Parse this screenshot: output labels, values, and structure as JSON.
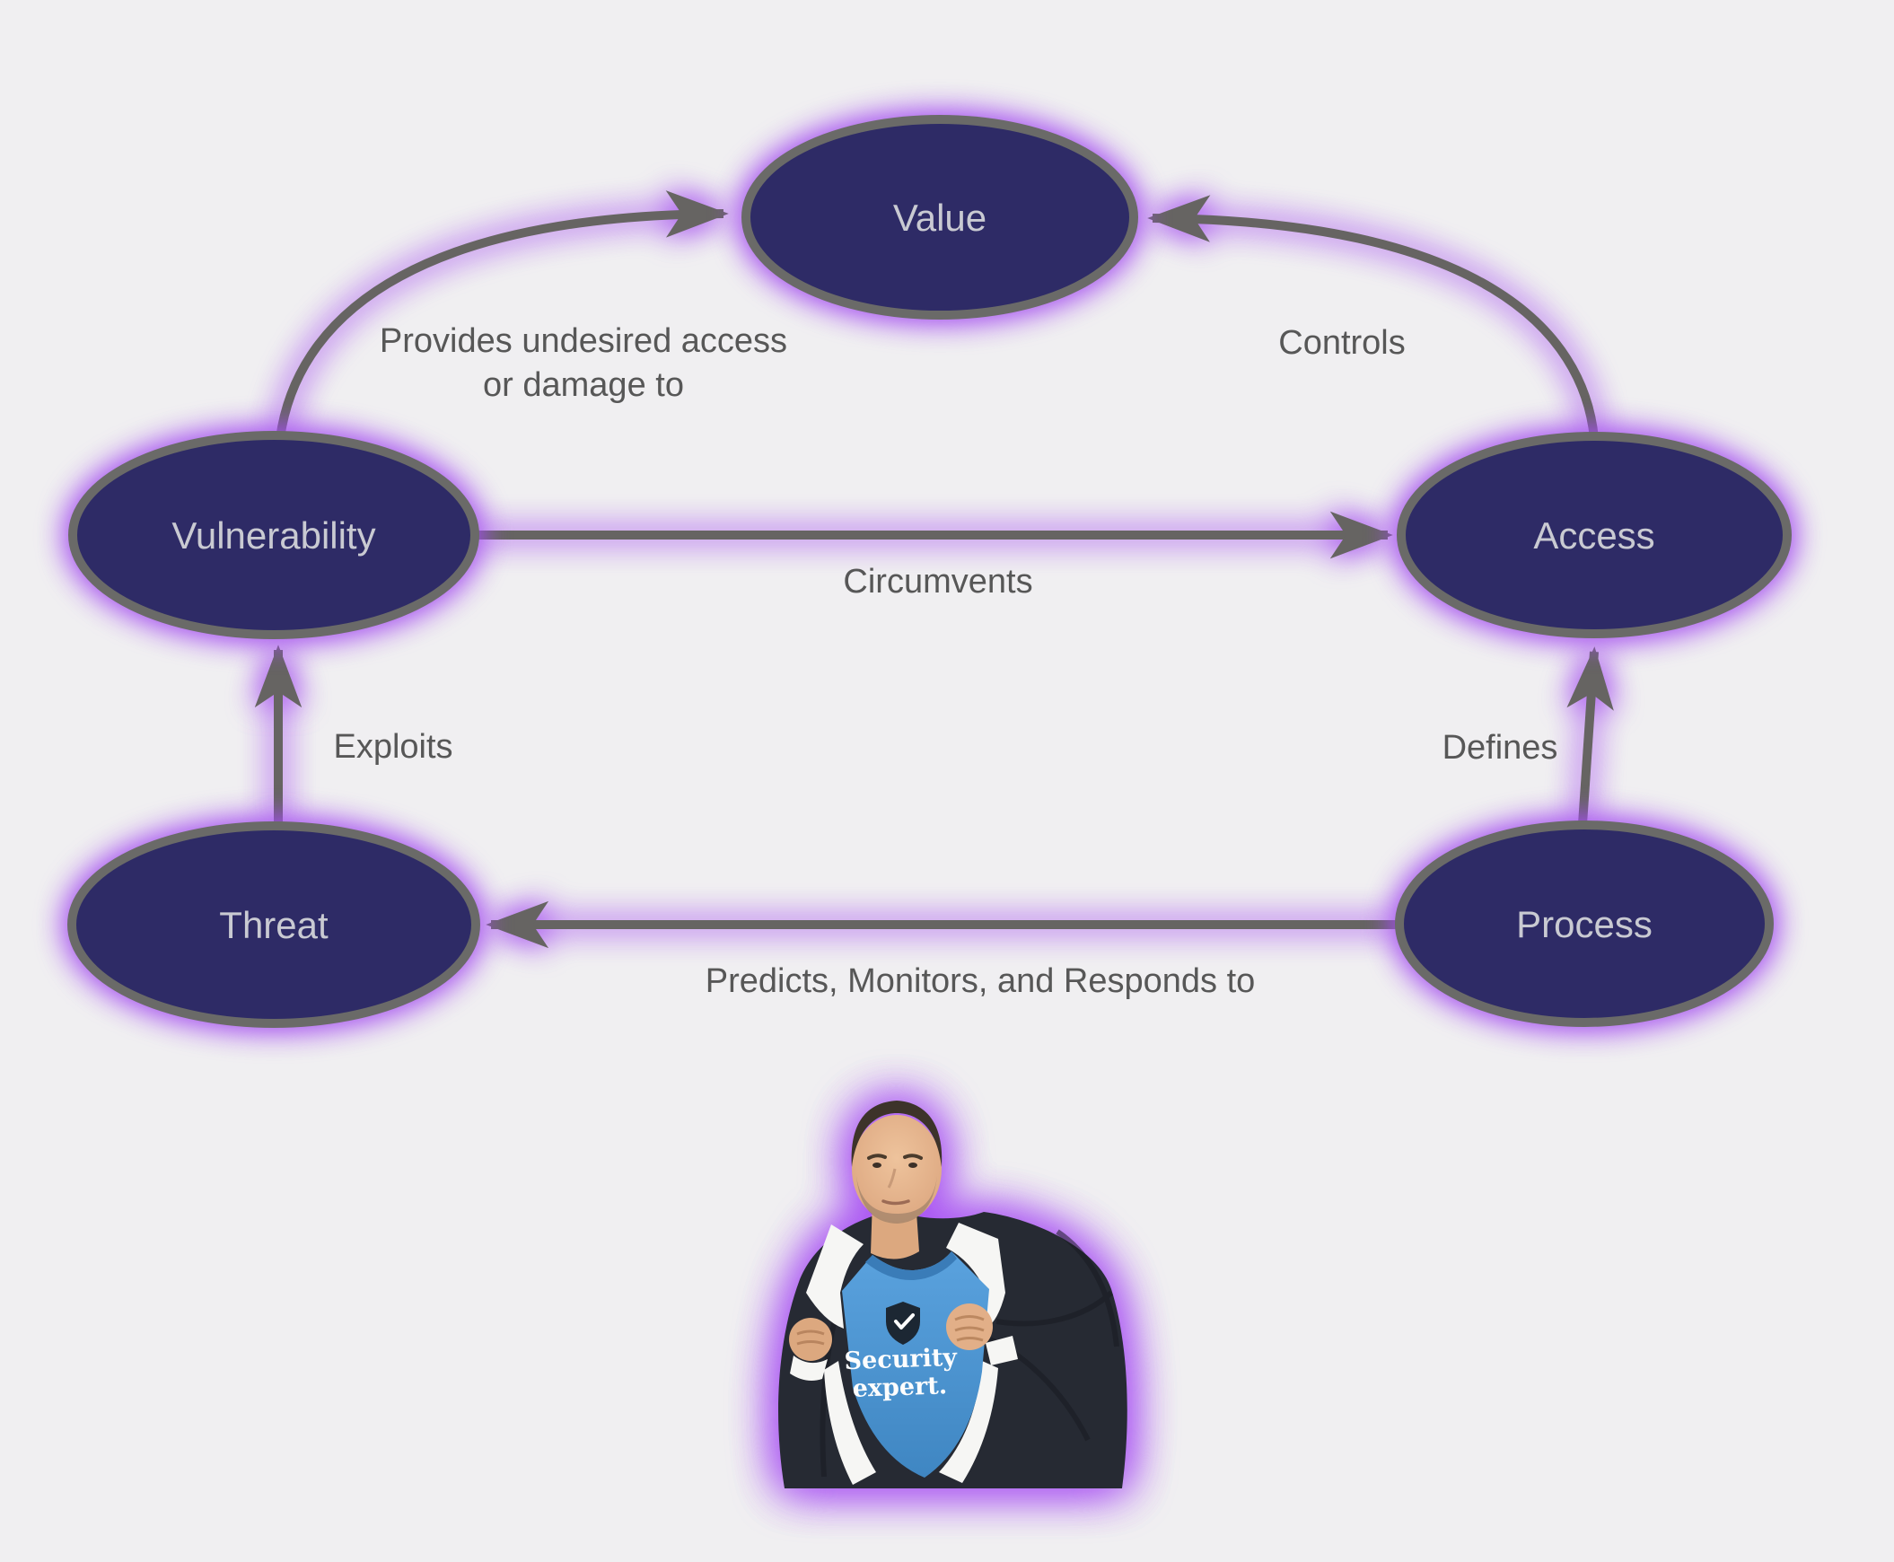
{
  "diagram": {
    "nodes": [
      {
        "id": "value",
        "label": "Value"
      },
      {
        "id": "vulnerability",
        "label": "Vulnerability"
      },
      {
        "id": "access",
        "label": "Access"
      },
      {
        "id": "threat",
        "label": "Threat"
      },
      {
        "id": "process",
        "label": "Process"
      }
    ],
    "edges": [
      {
        "from": "vulnerability",
        "to": "value",
        "label_lines": [
          "Provides undesired access",
          "or damage to"
        ]
      },
      {
        "from": "access",
        "to": "value",
        "label": "Controls"
      },
      {
        "from": "vulnerability",
        "to": "access",
        "label": "Circumvents"
      },
      {
        "from": "threat",
        "to": "vulnerability",
        "label": "Exploits"
      },
      {
        "from": "process",
        "to": "access",
        "label": "Defines"
      },
      {
        "from": "process",
        "to": "threat",
        "label": "Predicts, Monitors, and Responds to"
      }
    ]
  },
  "illustration": {
    "name": "security-expert-person",
    "badge": "shield-check-icon",
    "shirt_text_line1": "Security",
    "shirt_text_line2": "expert."
  },
  "colors": {
    "background": "#f0eff1",
    "node_fill": "#2e2b66",
    "node_border": "#6a6a68",
    "node_text": "#c9cad2",
    "edge_stroke": "#666462",
    "edge_label_text": "#575757",
    "glow_purple": "#a24df0",
    "tee_blue": "#4e98d5"
  }
}
